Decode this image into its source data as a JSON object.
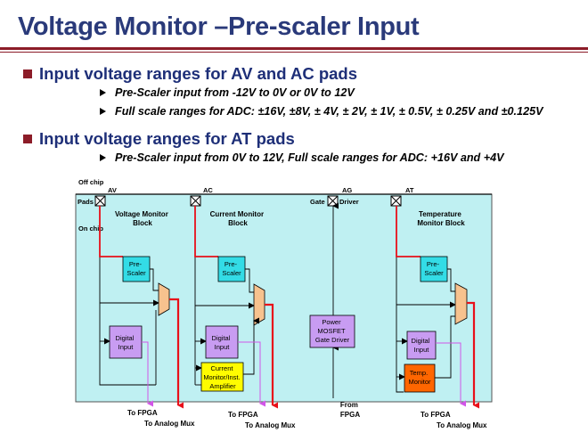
{
  "slide": {
    "title": "Voltage Monitor –Pre-scaler Input"
  },
  "bullets": [
    {
      "heading": "Input voltage ranges for AV and AC pads",
      "items": [
        "Pre-Scaler input from -12V to 0V or 0V to 12V",
        "Full scale ranges for ADC: ±16V, ±8V, ± 4V, ± 2V, ± 1V, ± 0.5V, ± 0.25V and ±0.125V"
      ]
    },
    {
      "heading": "Input voltage ranges for AT pads",
      "items": [
        "Pre-Scaler input from 0V to 12V, Full scale ranges for ADC: +16V and +4V"
      ]
    }
  ],
  "diagram": {
    "off_chip": "Off chip",
    "pads": "Pads",
    "on_chip": "On chip",
    "pad_labels": [
      "AV",
      "AC",
      "AG",
      "AT"
    ],
    "gate": "Gate",
    "driver": "Driver",
    "blocks": {
      "voltage_monitor": [
        "Voltage Monitor",
        "Block"
      ],
      "current_monitor": [
        "Current Monitor",
        "Block"
      ],
      "temperature_monitor": [
        "Temperature",
        "Monitor Block"
      ]
    },
    "prescaler": [
      "Pre-",
      "Scaler"
    ],
    "digital_input": [
      "Digital",
      "Input"
    ],
    "current_amp": [
      "Current",
      "Monitor/Inst.",
      "Amplifier"
    ],
    "gate_driver": [
      "Power",
      "MOSFET",
      "Gate Driver"
    ],
    "temp_monitor": [
      "Temp.",
      "Monitor"
    ],
    "to_fpga": "To FPGA",
    "to_analog_mux": "To Analog Mux",
    "from_fpga": [
      "From",
      "FPGA"
    ],
    "colors": {
      "background": "#bff0f2",
      "prescaler": "#33dce6",
      "digital": "#c89cf2",
      "amplifier": "#fffc00",
      "gate_driver": "#c89cf2",
      "temp": "#ff6600",
      "mux": "#f7c28e",
      "signal_red": "#e8101a",
      "signal_purple": "#d256e8"
    }
  }
}
